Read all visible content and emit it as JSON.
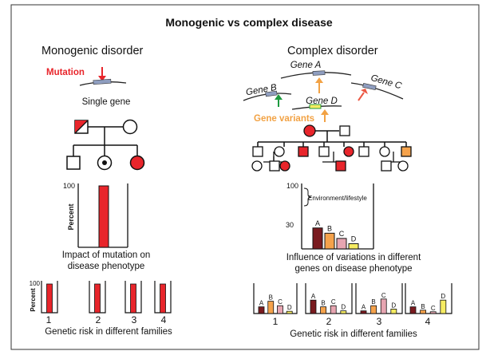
{
  "title": "Monogenic vs complex disease",
  "monogenic": {
    "heading": "Monogenic disorder",
    "mutation_label": "Mutation",
    "single_gene_label": "Single gene",
    "chart_y_tick": "100",
    "chart_y_label": "Percent",
    "caption_line1": "Impact of mutation on",
    "caption_line2": "disease phenotype",
    "families_y_tick": "100",
    "families_y_label": "Percent",
    "family_numbers": [
      "1",
      "2",
      "3",
      "4"
    ],
    "families_caption": "Genetic risk in different families"
  },
  "complex": {
    "heading": "Complex disorder",
    "genes": [
      "Gene A",
      "Gene B",
      "Gene C",
      "Gene D"
    ],
    "gene_variants_label": "Gene variants",
    "chart_y_ticks": [
      "100",
      "30"
    ],
    "environment_label": "Environment/lifestyle",
    "bar_labels": [
      "A",
      "B",
      "C",
      "D"
    ],
    "caption_line1": "Influence of variations in different",
    "caption_line2": "genes on disease phenotype",
    "family_numbers": [
      "1",
      "2",
      "3",
      "4"
    ],
    "families_caption": "Genetic risk in different families"
  },
  "colors": {
    "red": "#e8252b",
    "dark_red": "#7a1b1f",
    "orange": "#f5a24b",
    "pink": "#e7a5b1",
    "yellow": "#f6ec62",
    "arrow_orange": "#f2a244",
    "arrow_green": "#1d9a3f",
    "arrow_red": "#ec5844"
  },
  "chart_data": [
    {
      "type": "bar",
      "categories": [
        ""
      ],
      "values": [
        100
      ],
      "title": "Impact of mutation on disease phenotype",
      "ylabel": "Percent",
      "ylim": [
        0,
        100
      ]
    },
    {
      "type": "bar",
      "categories": [
        "A",
        "B",
        "C",
        "D"
      ],
      "values": [
        32,
        24,
        16,
        8
      ],
      "title": "Influence of variations in different genes on disease phenotype",
      "ylim": [
        0,
        100
      ]
    },
    {
      "type": "bar",
      "title": "Genetic risk in different families",
      "ylabel": "Percent",
      "categories": [
        "1",
        "2",
        "3",
        "4"
      ],
      "values": [
        100,
        100,
        100,
        100
      ],
      "ylim": [
        0,
        100
      ]
    },
    {
      "type": "bar",
      "title": "Genetic risk in different families",
      "categories": [
        "1",
        "2",
        "3",
        "4"
      ],
      "series": [
        {
          "name": "A",
          "values": [
            30,
            60,
            12,
            30
          ]
        },
        {
          "name": "B",
          "values": [
            55,
            30,
            35,
            15
          ]
        },
        {
          "name": "C",
          "values": [
            35,
            35,
            65,
            8
          ]
        },
        {
          "name": "D",
          "values": [
            10,
            12,
            20,
            60
          ]
        }
      ]
    }
  ]
}
